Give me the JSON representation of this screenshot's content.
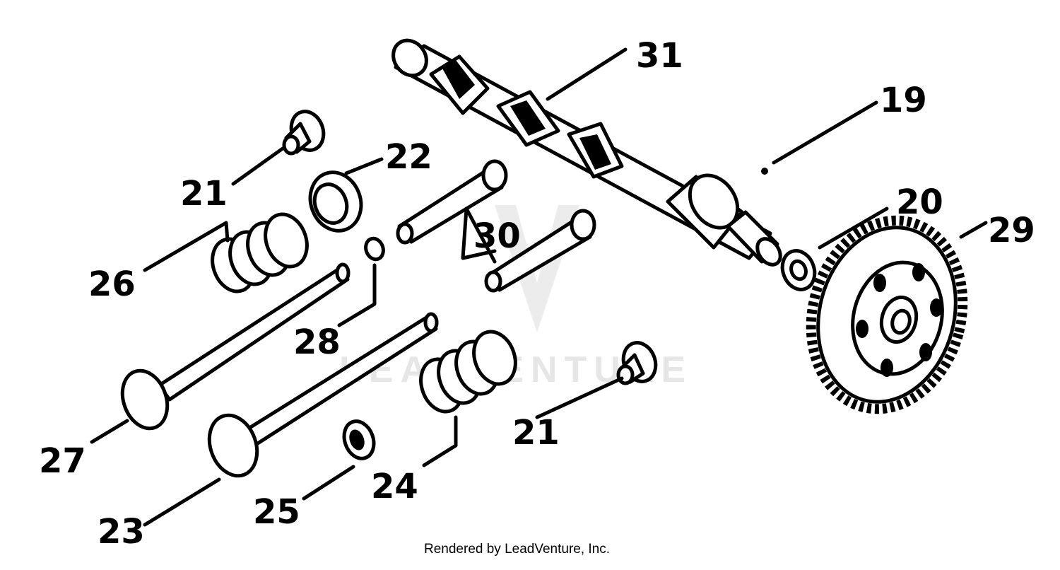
{
  "callouts": {
    "c31": "31",
    "c19": "19",
    "c22": "22",
    "c21a": "21",
    "c20": "20",
    "c29": "29",
    "c26": "26",
    "c30": "30",
    "c28": "28",
    "c27": "27",
    "c21b": "21",
    "c24": "24",
    "c23": "23",
    "c25": "25"
  },
  "watermark": {
    "text": "LEADVENTURE",
    "logo": "leadventure-logo-watermark"
  },
  "credit": "Rendered by LeadVenture, Inc."
}
